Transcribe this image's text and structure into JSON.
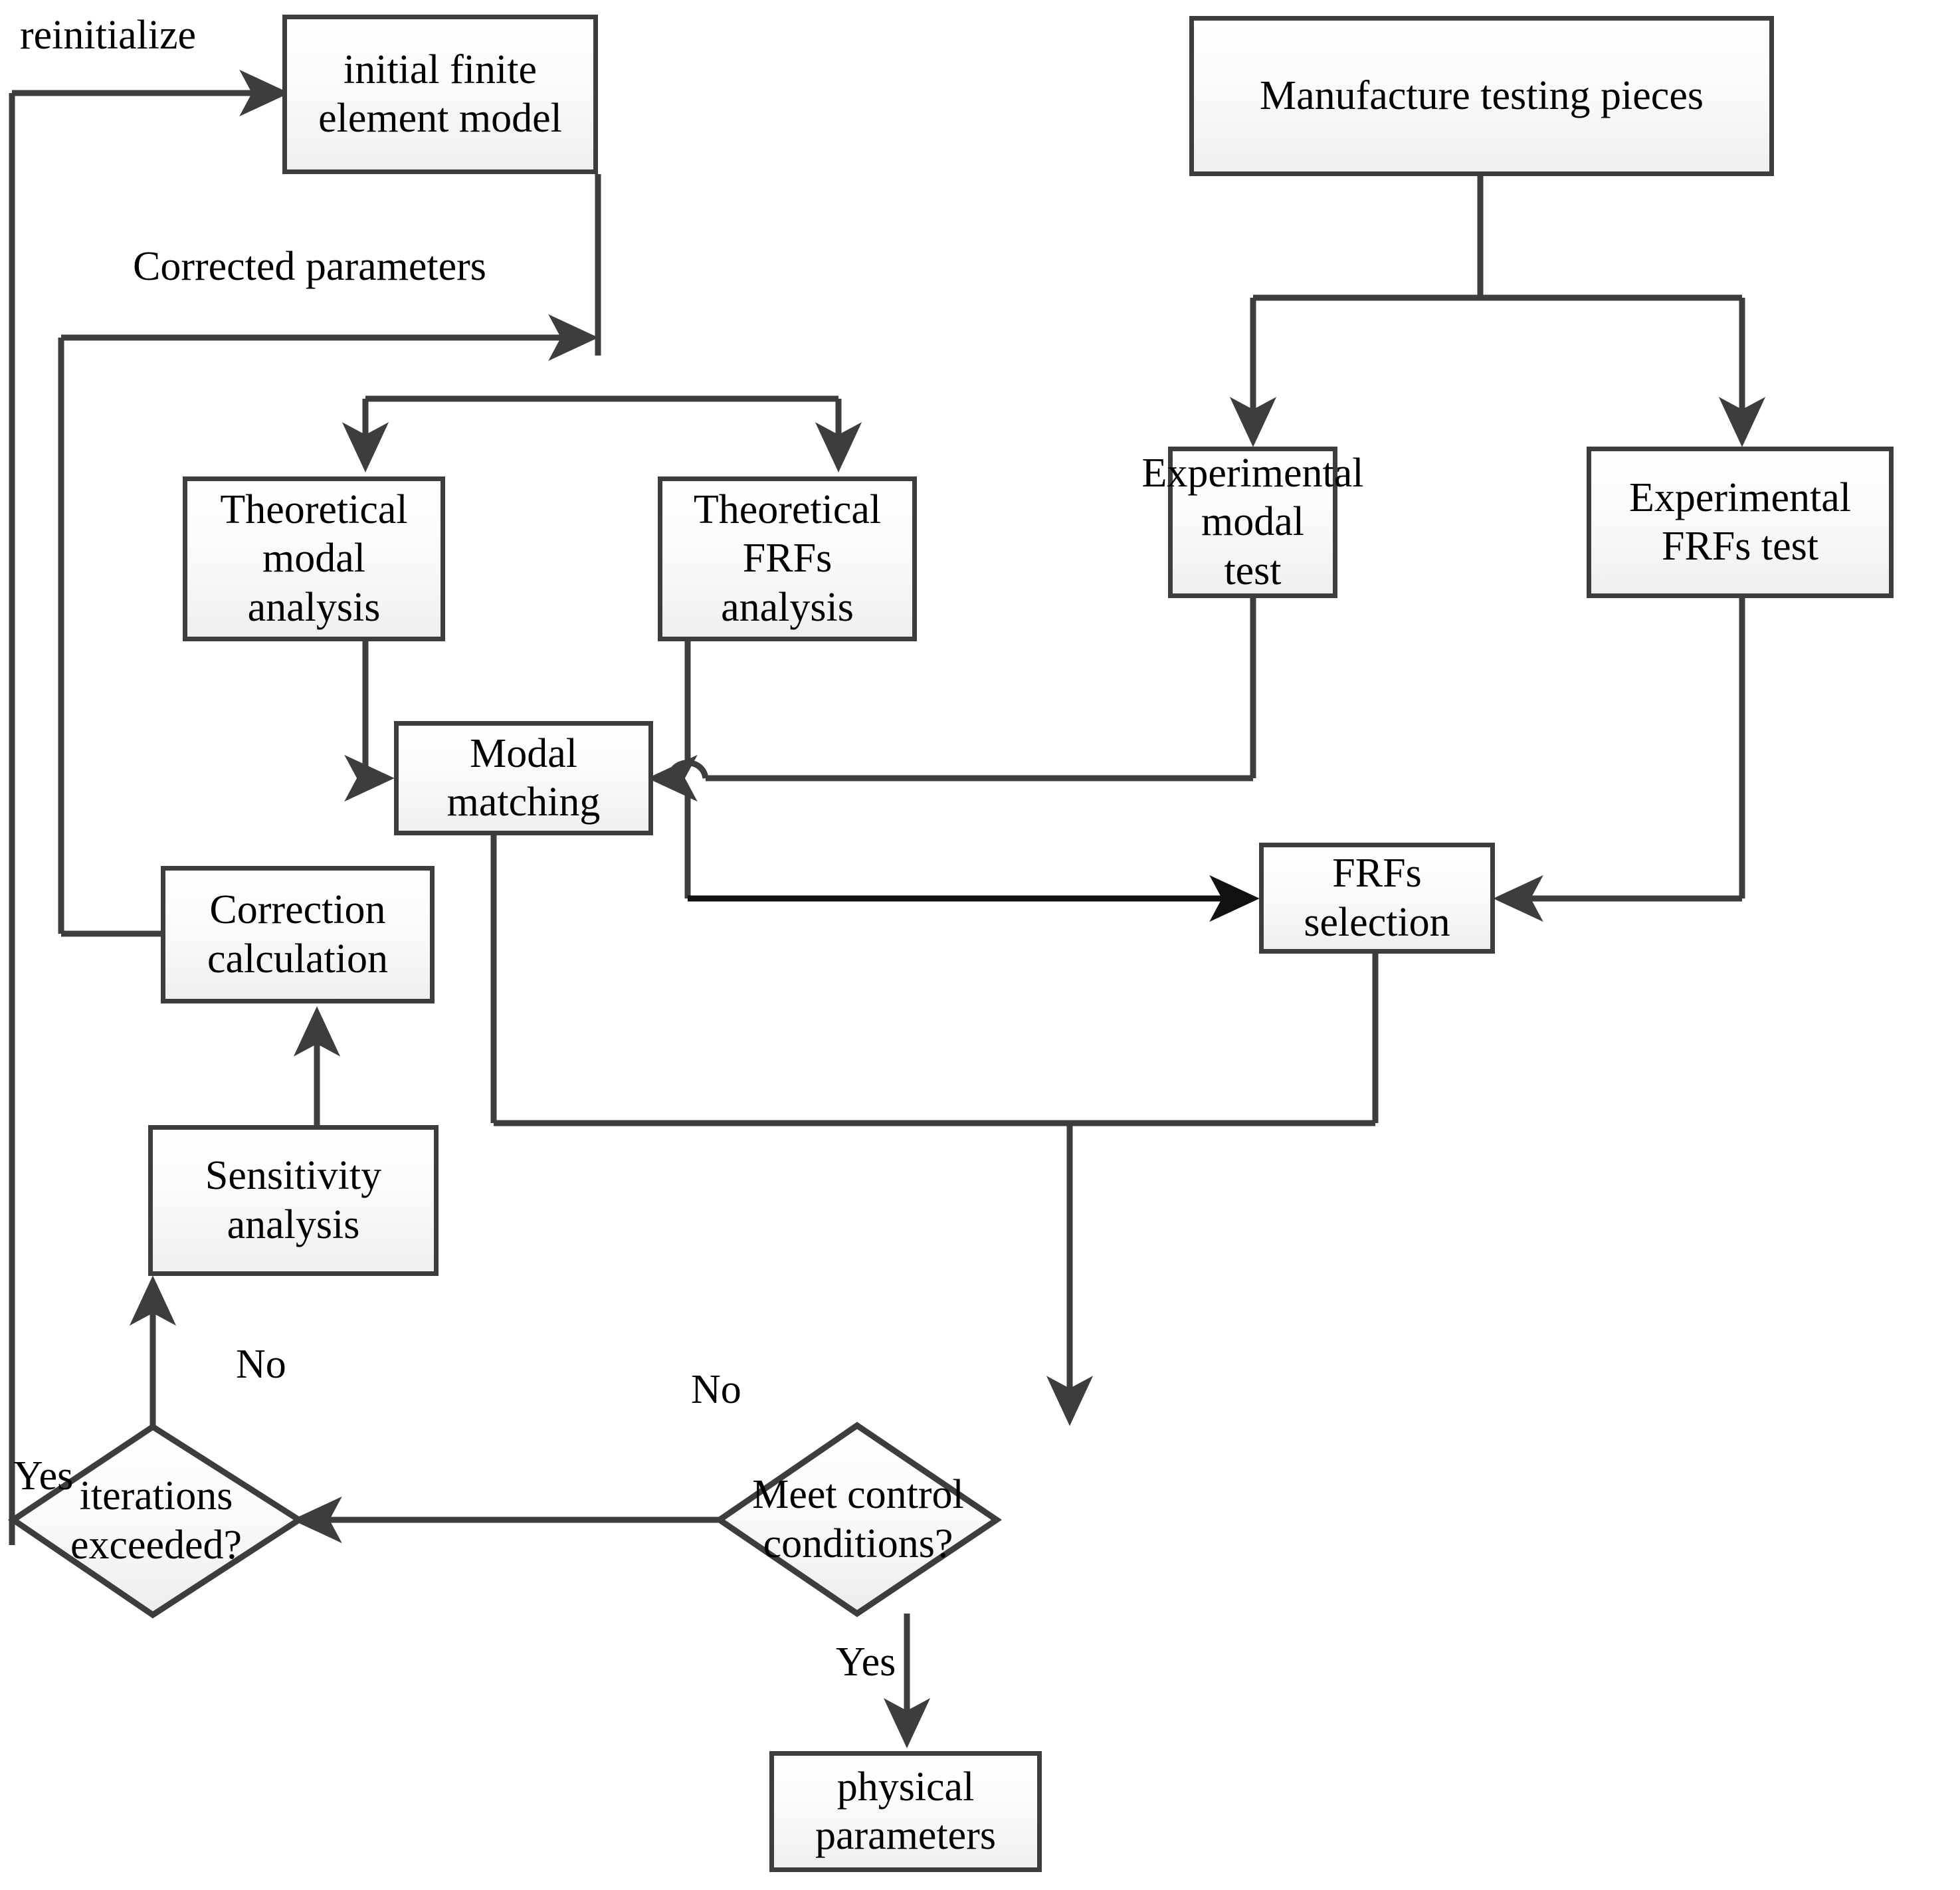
{
  "diagram": {
    "title": "Finite element model updating flowchart",
    "background": "#ffffff",
    "node_fill": "#f2f2f2",
    "node_stroke": "#3d3d3d",
    "text_color": "#000000",
    "nodes": [
      {
        "id": "initial-fe-model",
        "shape": "rect",
        "label": "initial finite element model"
      },
      {
        "id": "manufacture-pieces",
        "shape": "rect",
        "label": "Manufacture testing pieces"
      },
      {
        "id": "theoretical-modal",
        "shape": "rect",
        "label": "Theoretical\nmodal analysis",
        "line1": "Theoretical",
        "line2": "modal analysis"
      },
      {
        "id": "theoretical-frfs",
        "shape": "rect",
        "line1": "Theoretical FRFs",
        "line2": "analysis"
      },
      {
        "id": "experimental-modal-test",
        "shape": "rect",
        "line1": "Experimental",
        "line2": "modal test"
      },
      {
        "id": "experimental-frfs-test",
        "shape": "rect",
        "line1": "Experimental",
        "line2": "FRFs test"
      },
      {
        "id": "modal-matching",
        "shape": "rect",
        "label": "Modal  matching"
      },
      {
        "id": "frfs-selection",
        "shape": "rect",
        "label": "FRFs selection"
      },
      {
        "id": "correction-calculation",
        "shape": "rect",
        "line1": "Correction",
        "line2": "calculation"
      },
      {
        "id": "sensitivity-analysis",
        "shape": "rect",
        "line1": "Sensitivity",
        "line2": "analysis"
      },
      {
        "id": "iterations-exceeded",
        "shape": "diamond",
        "label": "iterations exceeded?"
      },
      {
        "id": "meet-control-conditions",
        "shape": "diamond",
        "line1": "Meet control",
        "line2": "conditions?"
      },
      {
        "id": "physical-parameters",
        "shape": "rect",
        "label": "physical parameters"
      }
    ],
    "edge_labels": [
      {
        "id": "reinitialize",
        "text": "reinitialize"
      },
      {
        "id": "corrected-parameters",
        "text": "Corrected parameters"
      },
      {
        "id": "no-to-sensitivity",
        "text": "No"
      },
      {
        "id": "yes-to-reinitialize",
        "text": "Yes"
      },
      {
        "id": "no-to-iterations",
        "text": "No"
      },
      {
        "id": "yes-to-physical",
        "text": "Yes"
      }
    ]
  }
}
